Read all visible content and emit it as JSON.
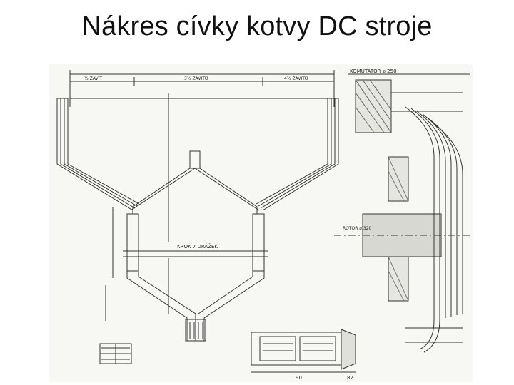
{
  "slide": {
    "title": "Nákres cívky kotvy DC stroje"
  },
  "drawing": {
    "labels": {
      "komutator": "KOMUTÁTOR ⌀ 250",
      "rotor": "ROTOR ⌀ 320",
      "kroky": "KROK 7 DRÁŽEK",
      "dims_top_1": "½ ZÁVIT",
      "dims_top_2": "3½ ZÁVITŮ",
      "dims_top_3": "4½ ZÁVITŮ",
      "dim_bottom_1": "90",
      "dim_bottom_2": "82"
    }
  }
}
